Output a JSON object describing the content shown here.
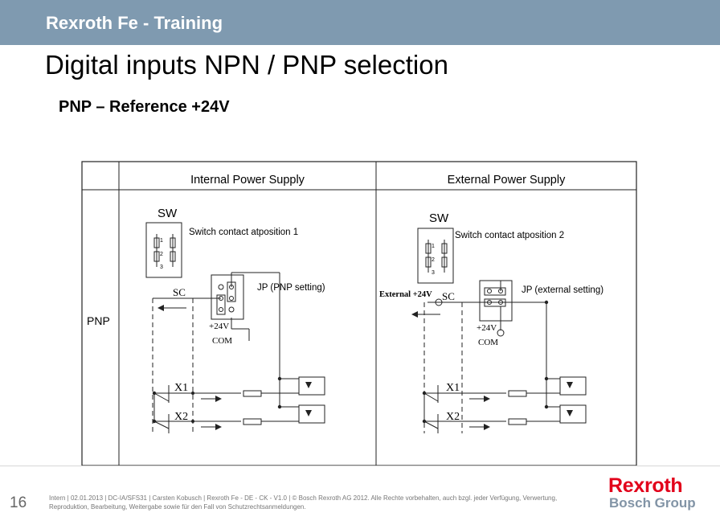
{
  "header": {
    "title": "Rexroth Fe - Training",
    "bar_color": "#7f9ab0"
  },
  "slide": {
    "title": "Digital inputs NPN / PNP selection",
    "subtitle": "PNP – Reference +24V",
    "page_number": "16"
  },
  "diagram": {
    "columns": [
      "Internal Power Supply",
      "External Power Supply"
    ],
    "row_label": "PNP",
    "internal": {
      "sw_label": "SW",
      "switch_note": "Switch contact atposition 1",
      "jp_note": "JP (PNP setting)",
      "sc_label": "SC",
      "v24_label": "+24V",
      "com_label": "COM",
      "x1_label": "X1",
      "x2_label": "X2",
      "switch_positions": [
        "1",
        "2",
        "3"
      ]
    },
    "external": {
      "sw_label": "SW",
      "switch_note": "Switch contact atposition 2",
      "jp_note": "JP (external setting)",
      "ext_label": "External +24V",
      "sc_label": "SC",
      "v24_label": "+24V",
      "com_label": "COM",
      "x1_label": "X1",
      "x2_label": "X2",
      "switch_positions": [
        "1",
        "2",
        "3"
      ]
    }
  },
  "footer": {
    "text": "Intern | 02.01.2013 | DC-IA/SFS31 | Carsten Kobusch | Rexroth Fe - DE - CK - V1.0 | © Bosch Rexroth AG 2012. Alle Rechte vorbehalten, auch bzgl. jeder Verfügung, Verwertung, Reproduktion, Bearbeitung, Weitergabe sowie für den Fall von Schutzrechtsanmeldungen.",
    "logo_primary": "Rexroth",
    "logo_secondary": "Bosch Group",
    "logo_primary_color": "#e2001a",
    "logo_secondary_color": "#8294a6"
  }
}
